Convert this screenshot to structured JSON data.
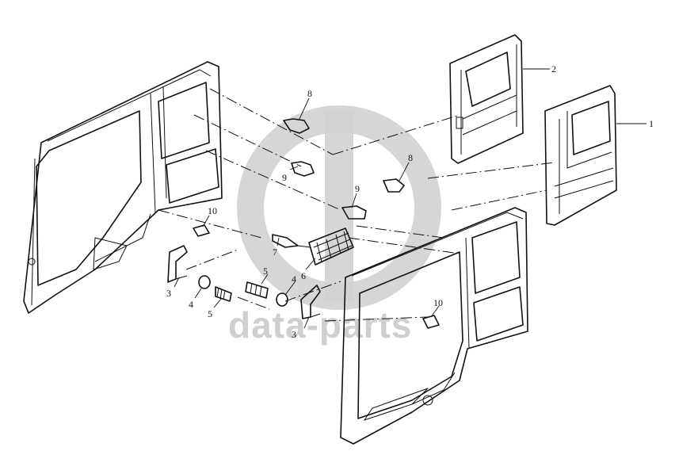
{
  "watermark": {
    "text": "data-parts",
    "color": "#c8c8c8"
  },
  "callouts": [
    {
      "id": "c1",
      "label": "1"
    },
    {
      "id": "c2",
      "label": "2"
    },
    {
      "id": "c3a",
      "label": "3"
    },
    {
      "id": "c3b",
      "label": "3"
    },
    {
      "id": "c4a",
      "label": "4"
    },
    {
      "id": "c4b",
      "label": "4"
    },
    {
      "id": "c5a",
      "label": "5"
    },
    {
      "id": "c5b",
      "label": "5"
    },
    {
      "id": "c6",
      "label": "6"
    },
    {
      "id": "c7",
      "label": "7"
    },
    {
      "id": "c8a",
      "label": "8"
    },
    {
      "id": "c8b",
      "label": "8"
    },
    {
      "id": "c9a",
      "label": "9"
    },
    {
      "id": "c9b",
      "label": "9"
    },
    {
      "id": "c10a",
      "label": "10"
    },
    {
      "id": "c10b",
      "label": "10"
    }
  ]
}
